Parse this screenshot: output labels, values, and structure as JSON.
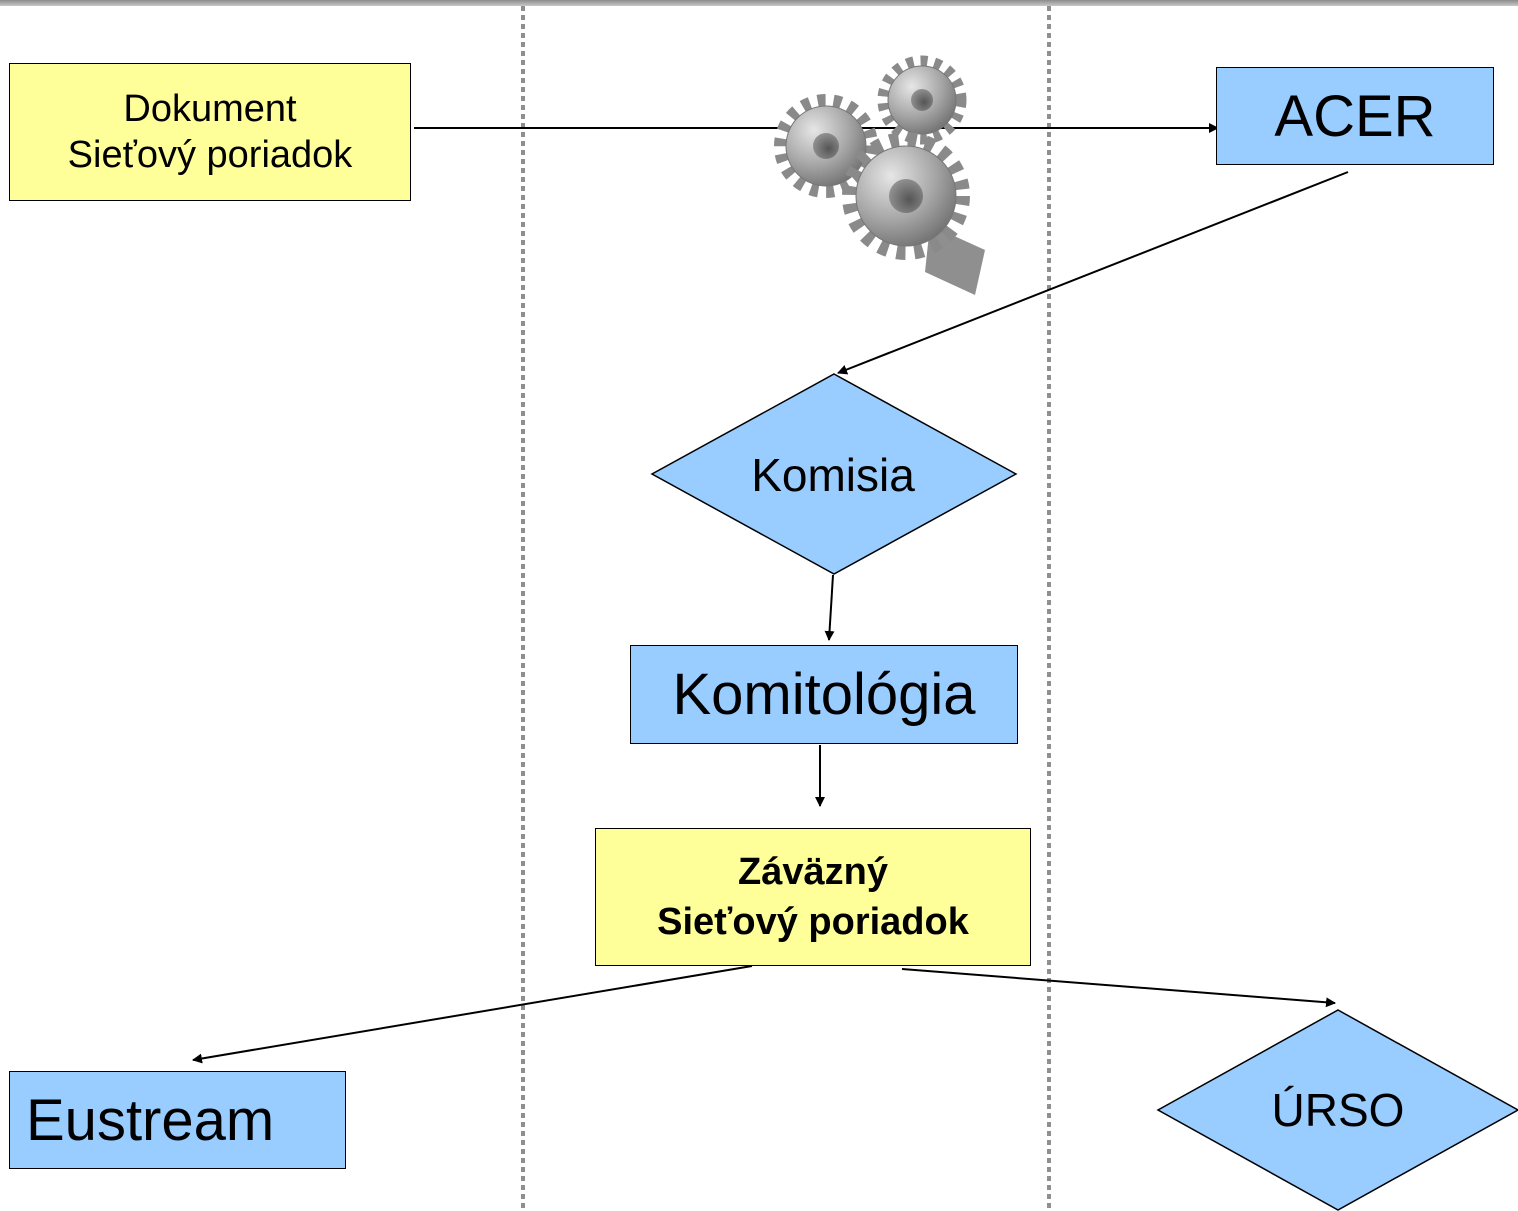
{
  "nodes": {
    "dokument": {
      "line1": "Dokument",
      "line2": "Sieťový poriadok"
    },
    "acer": {
      "label": "ACER"
    },
    "komisia": {
      "label": "Komisia"
    },
    "komitologia": {
      "label": "Komitológia"
    },
    "zavazny": {
      "line1": "Záväzný",
      "line2": "Sieťový poriadok"
    },
    "eustream": {
      "label": "Eustream"
    },
    "urso": {
      "label": "ÚRSO"
    }
  },
  "colors": {
    "yellow_fill": "#ffff99",
    "blue_fill": "#99ccff",
    "divider": "#8f8f8f"
  },
  "icons": {
    "process": "gears-icon"
  }
}
